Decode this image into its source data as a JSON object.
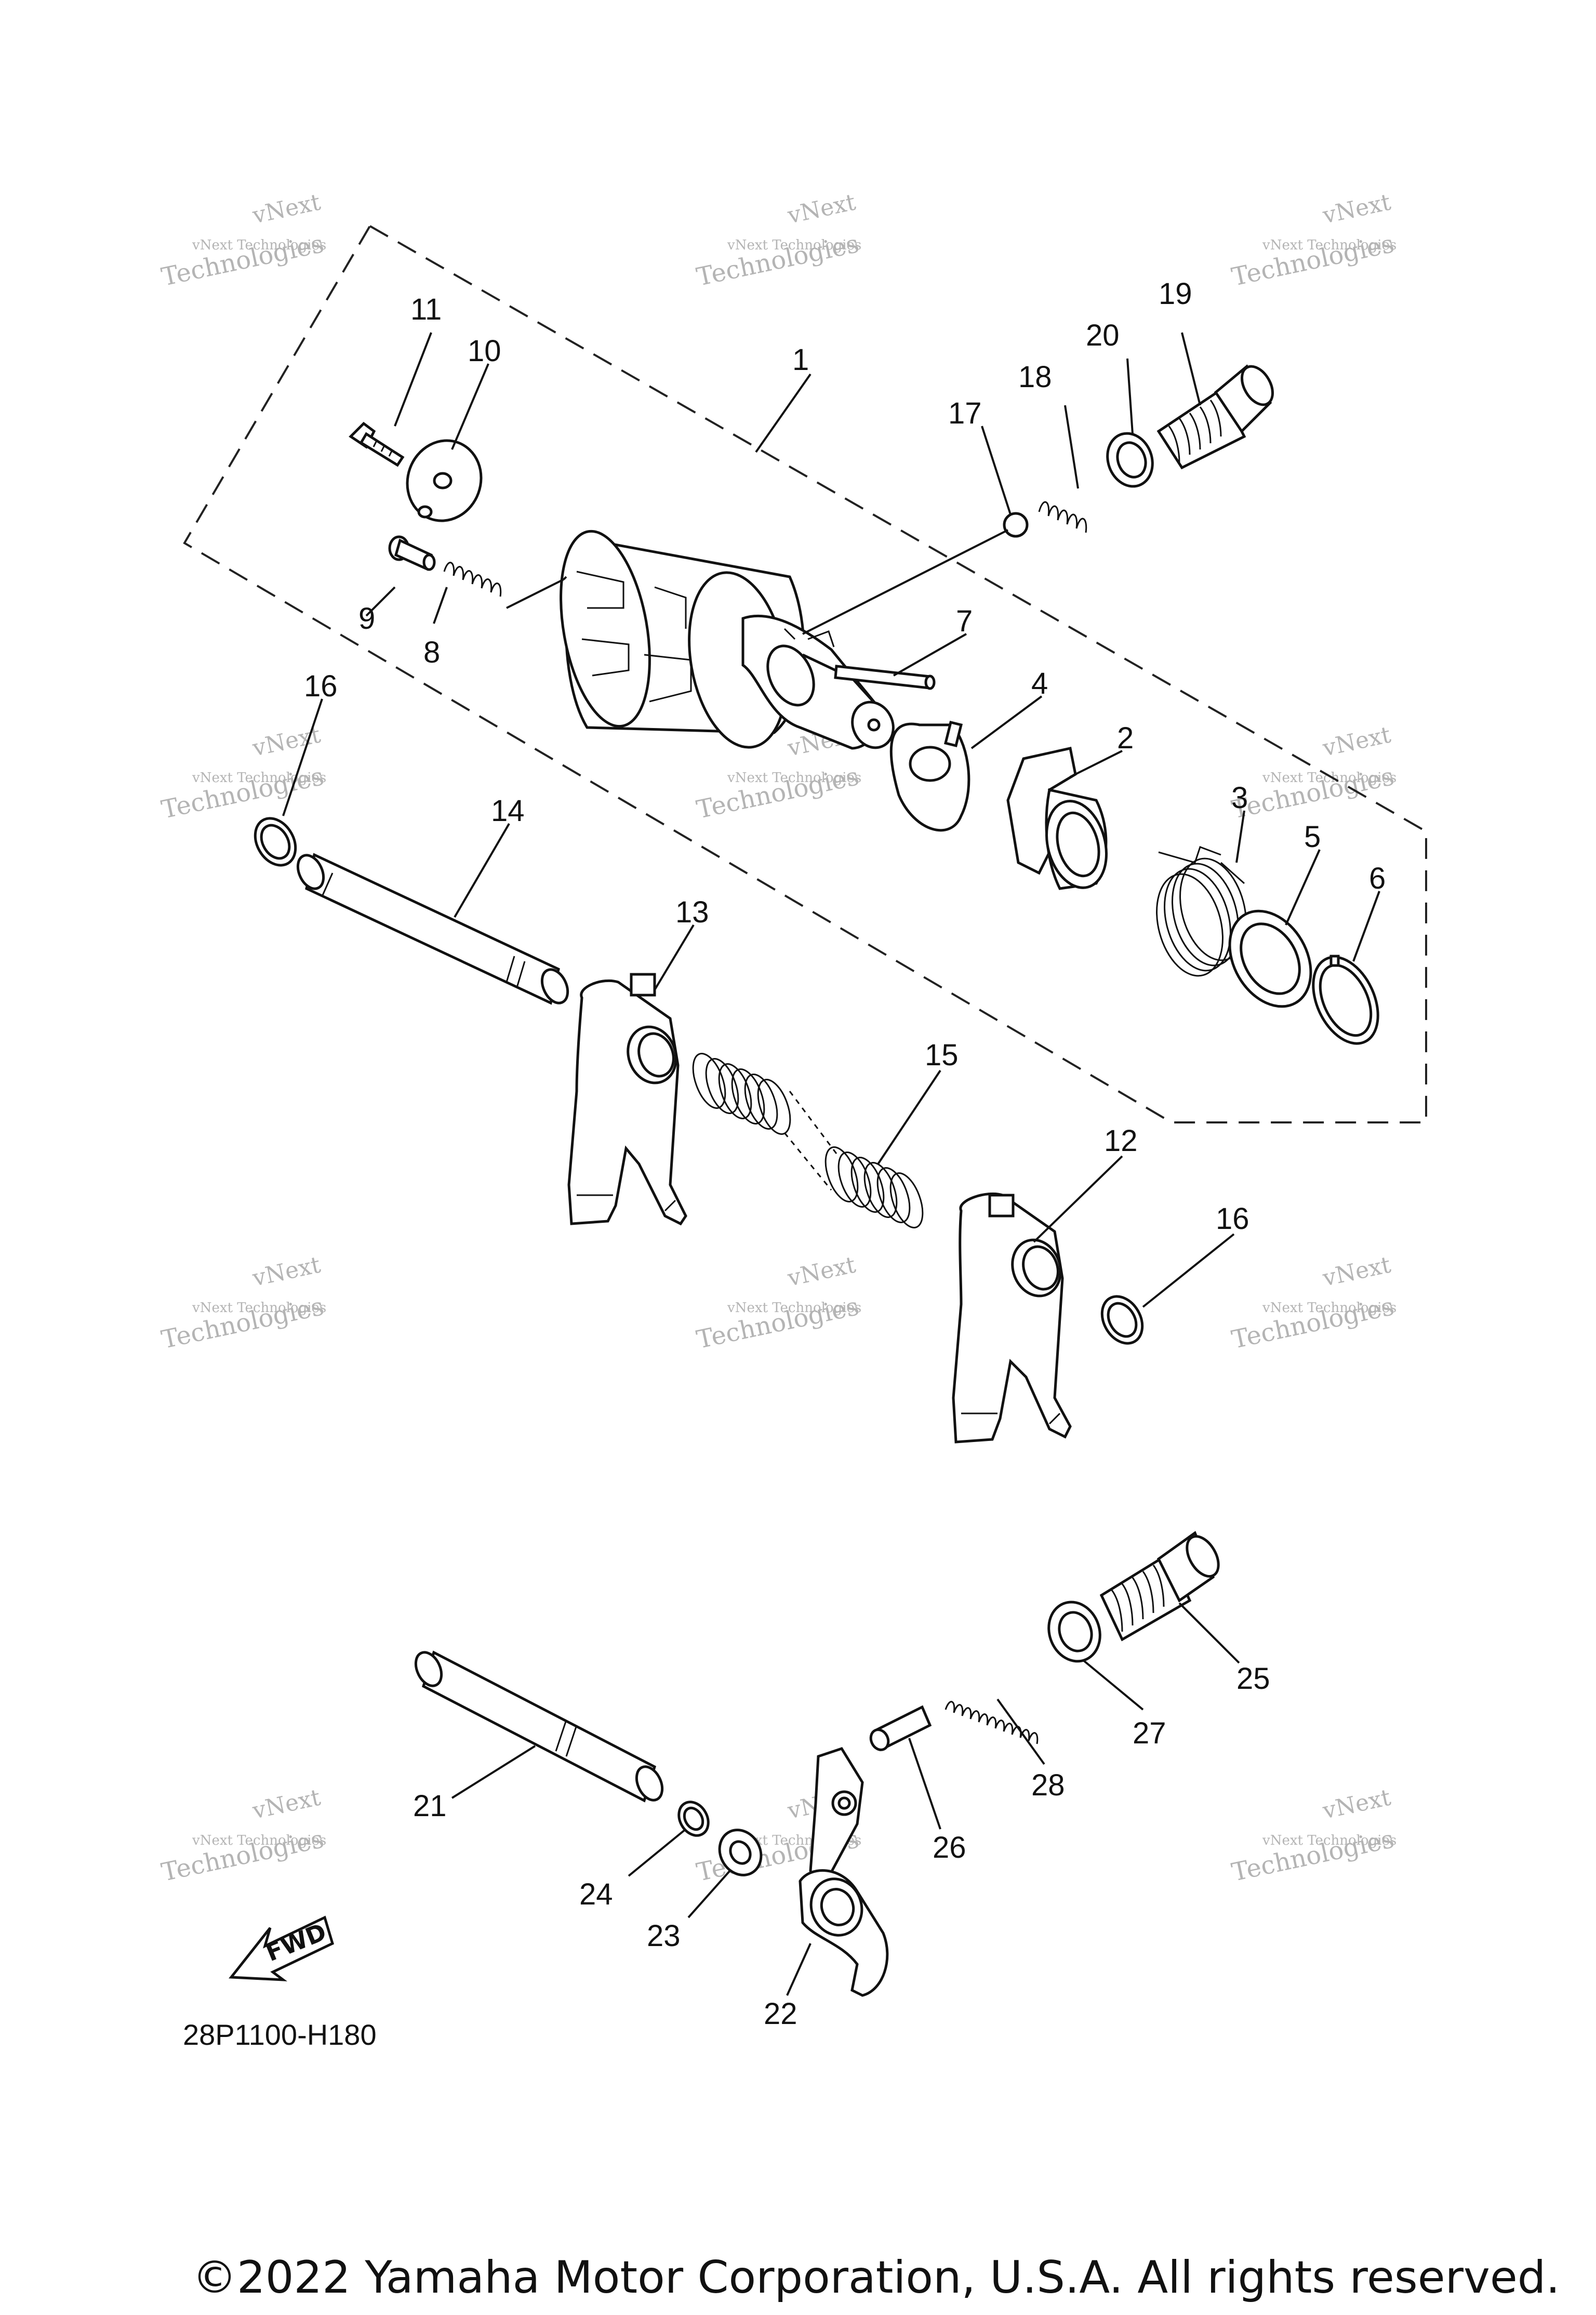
{
  "diagram_code": "28P1100-H180",
  "copyright": "©2022 Yamaha Motor Corporation, U.S.A. All rights reserved.",
  "fwd_label": "FWD",
  "watermark": {
    "line1": "vNext Technologies",
    "line2": "vNext",
    "line3": "Technologies"
  },
  "callouts": {
    "p1": "1",
    "p2": "2",
    "p3": "3",
    "p4": "4",
    "p5": "5",
    "p6": "6",
    "p7": "7",
    "p8": "8",
    "p9": "9",
    "p10": "10",
    "p11": "11",
    "p12": "12",
    "p13": "13",
    "p14": "14",
    "p15": "15",
    "p16a": "16",
    "p16b": "16",
    "p17": "17",
    "p18": "18",
    "p19": "19",
    "p20": "20",
    "p21": "21",
    "p22": "22",
    "p23": "23",
    "p24": "24",
    "p25": "25",
    "p26": "26",
    "p27": "27",
    "p28": "28"
  }
}
